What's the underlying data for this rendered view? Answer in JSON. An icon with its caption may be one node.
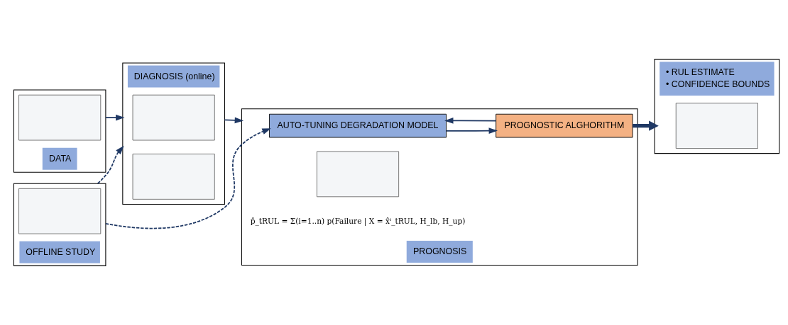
{
  "diagram": {
    "nodes": [
      {
        "text": [
          "DATA"
        ]
      },
      {
        "text": [],
        "shape": "box",
        "in": 0
      },
      {
        "text": [
          "OFFLINE STUDY"
        ]
      },
      {
        "text": [],
        "shape": "box",
        "in": 2
      },
      {
        "text": [
          "DIAGNOSIS (online)"
        ]
      },
      {
        "text": [],
        "shape": "box",
        "in": 4
      },
      {
        "text": [],
        "shape": "box",
        "in": 4
      },
      {
        "text": [
          "PROGNOSIS"
        ]
      },
      {
        "text": [
          "AUTO-TUNING DEGRADATION MODEL"
        ],
        "in": 7
      },
      {
        "text": [
          "PROGNOSTIC ALGHORITHM"
        ],
        "in": 7
      },
      {
        "text": [],
        "shape": "box",
        "in": 7
      },
      {
        "text": [
          "• RUL ESTIMATE",
          "• CONFIDENCE BOUNDS"
        ]
      },
      {
        "text": [],
        "shape": "box",
        "in": 11
      }
    ],
    "edges": [
      {
        "from": 0,
        "to": 4,
        "arrow": "to"
      },
      {
        "from": 2,
        "to": 4,
        "arrow": "to",
        "style": "dashed"
      },
      {
        "from": 2,
        "to": 8,
        "arrow": "to",
        "style": "dashed"
      },
      {
        "from": 4,
        "to": 7,
        "arrow": "to"
      },
      {
        "from": 8,
        "to": 9,
        "arrow": "to"
      },
      {
        "from": 9,
        "to": 8,
        "arrow": "to"
      },
      {
        "from": 9,
        "to": 11,
        "arrow": "to",
        "style": "thick"
      }
    ],
    "labels": [
      "p̂_tRUL = Σ(i=1..n) p(Failure | X = x̂ⁱ_tRUL, H_lb, H_up)"
    ]
  }
}
